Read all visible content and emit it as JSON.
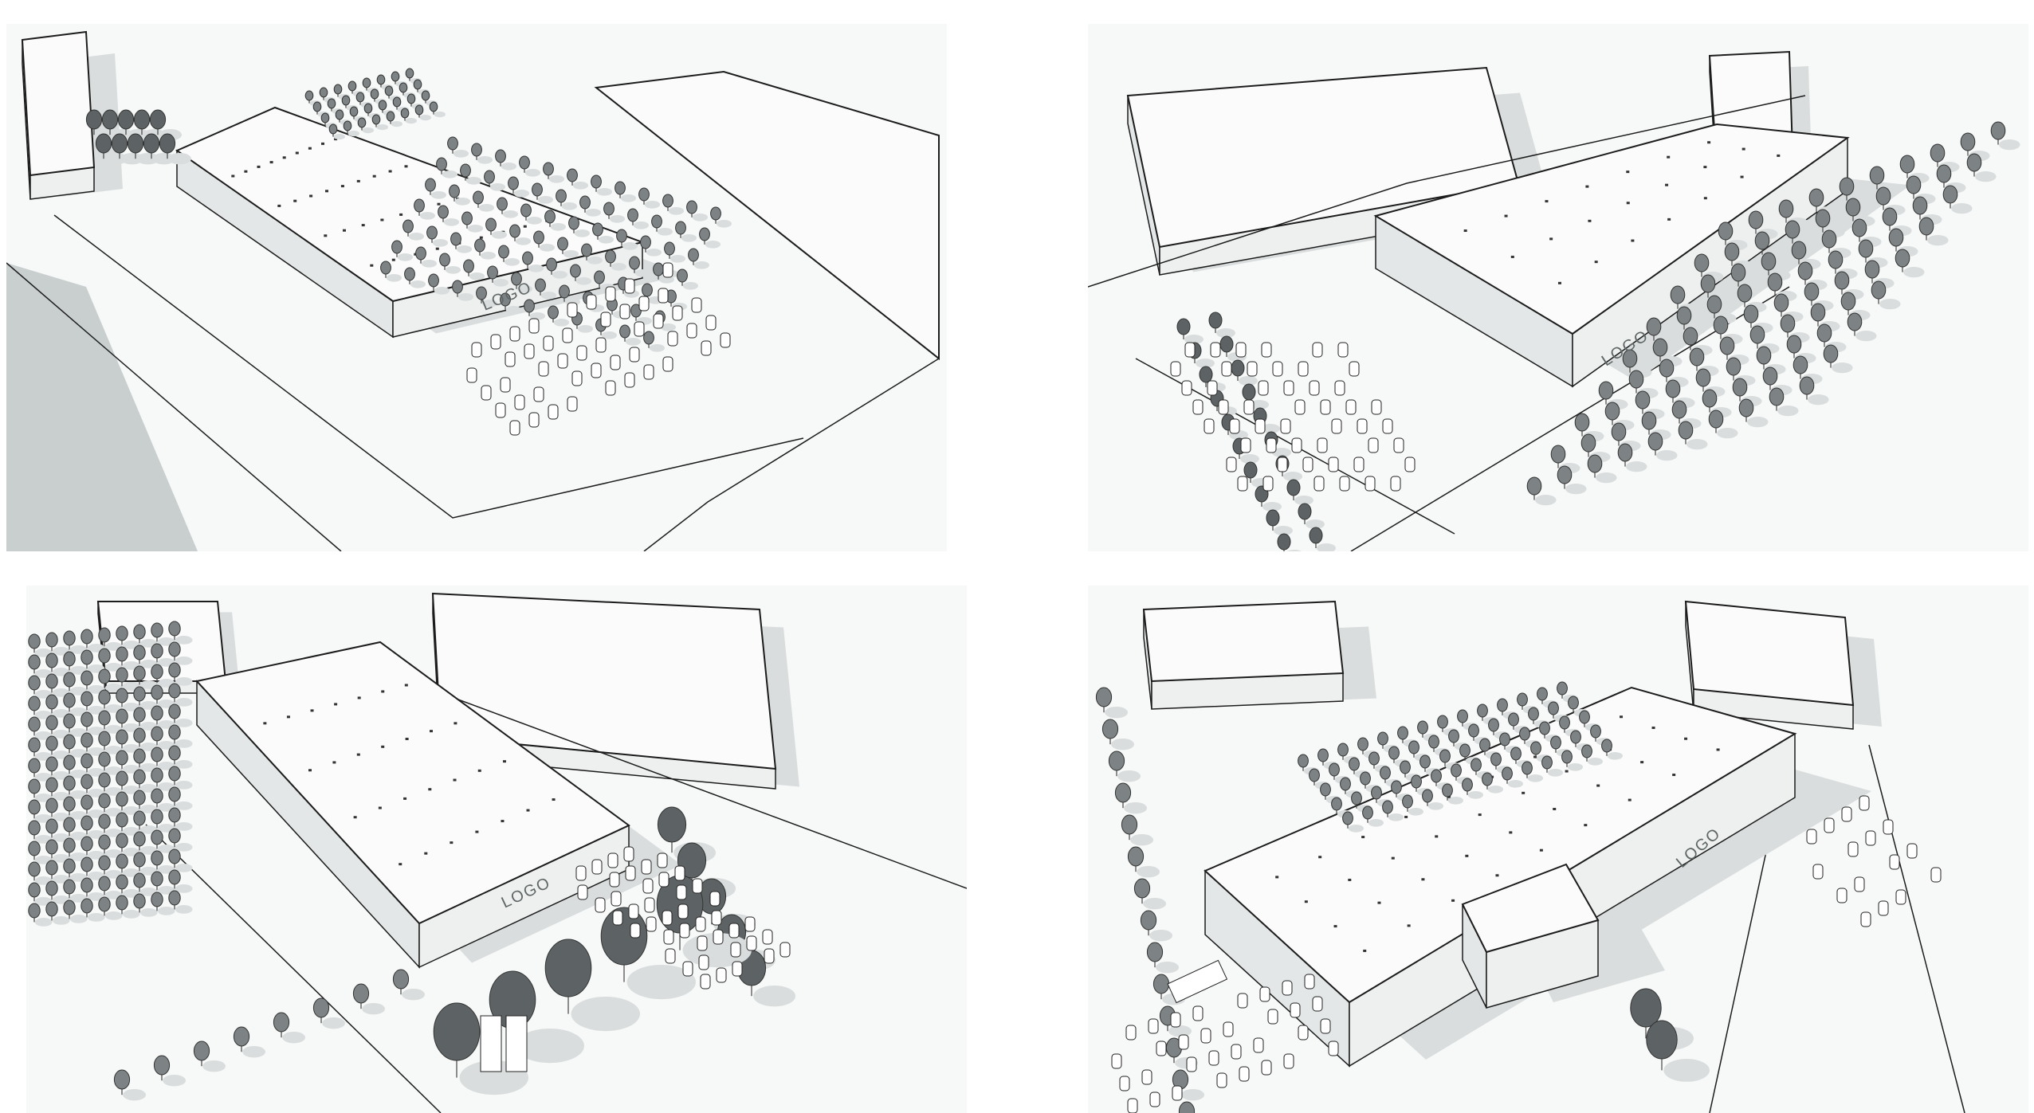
{
  "panels": [
    {
      "id": "view-northwest",
      "logo_text": "LOGO"
    },
    {
      "id": "view-northeast",
      "logo_text": "LOGO"
    },
    {
      "id": "view-southwest",
      "logo_text": "LOGO"
    },
    {
      "id": "view-southeast",
      "logo_text": "LOGO"
    }
  ],
  "colors": {
    "ground": "#f7f8f8",
    "roof": "#fbfbfb",
    "wall": "#e4e7e7",
    "shadow": "#d9dddd",
    "line": "#1c1c1c",
    "tree": "#7d8384",
    "tree_dark": "#5d6364"
  }
}
